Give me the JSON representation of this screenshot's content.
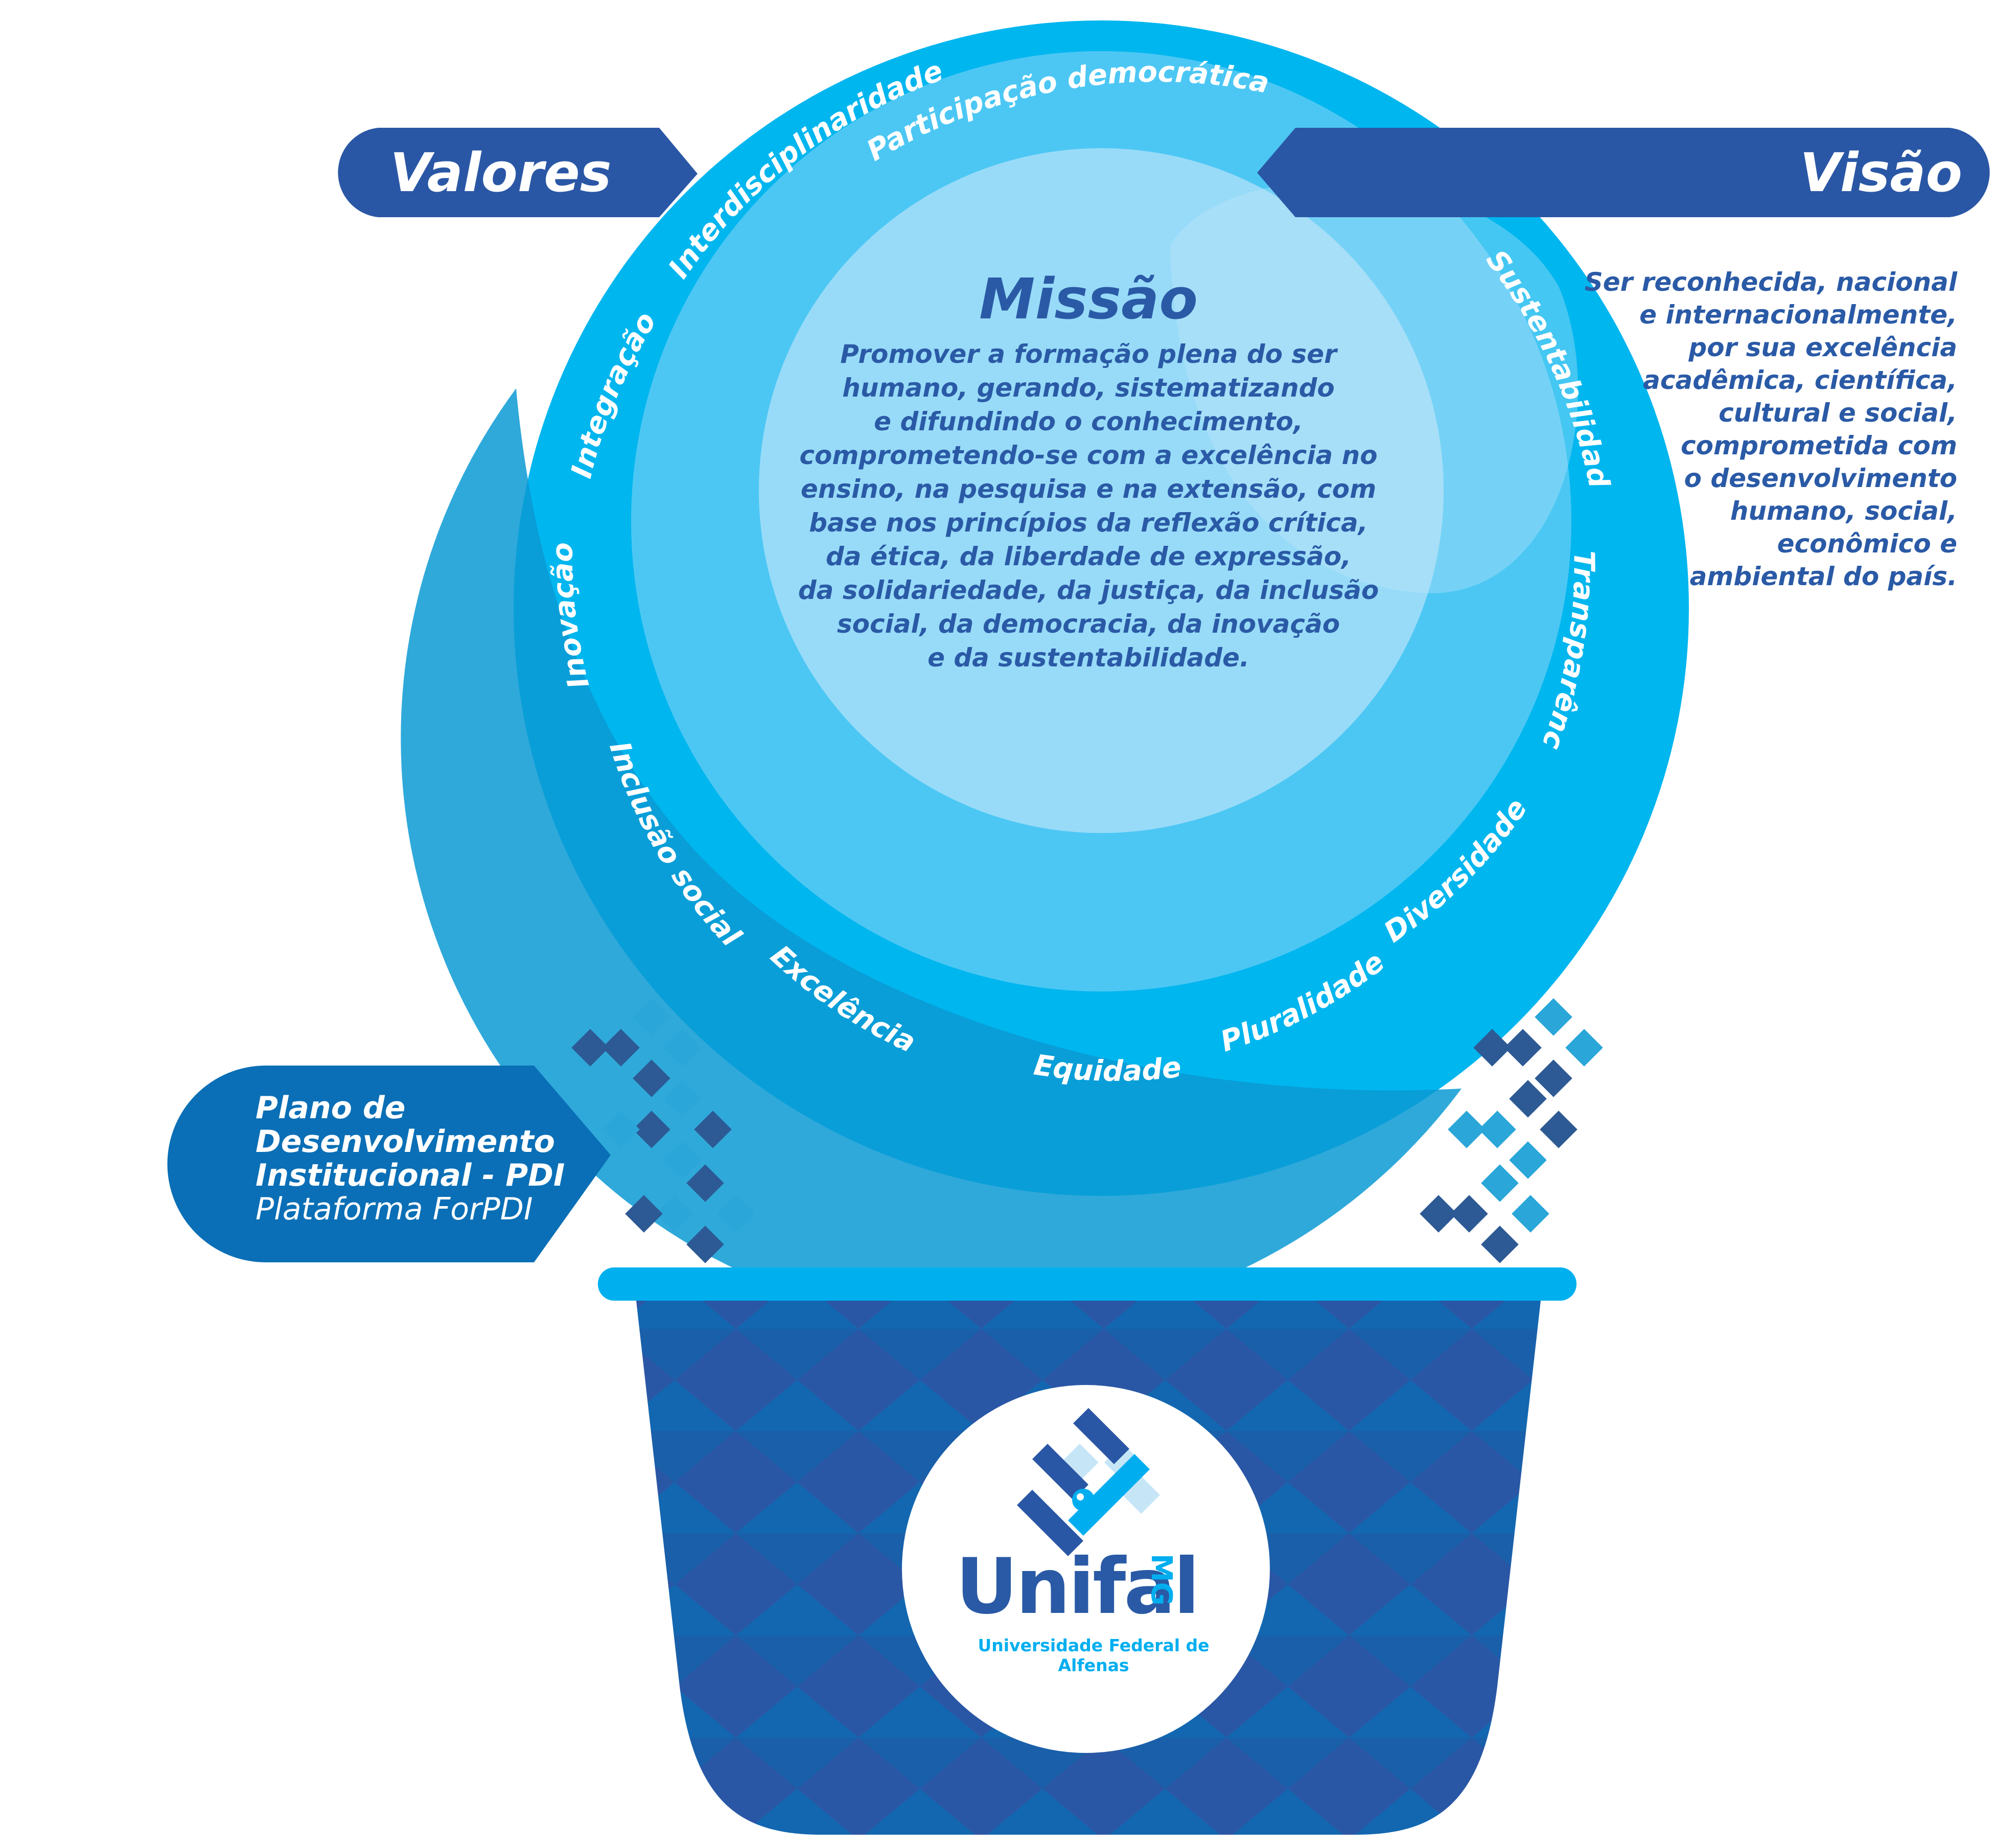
{
  "colors": {
    "outer_circle": "#00b6ef",
    "middle_circle": "#4cc7f4",
    "inner_circle": "#a6def8",
    "overlay_band": "#0a9ad4",
    "label_banner": "#2a57a5",
    "pdi_banner": "#0a6fb6",
    "basket_dark": "#2a57a5",
    "basket_light": "#1367b0",
    "basket_rim": "#00b0ee",
    "text_dark": "#2a5aa6",
    "diamond_dark": "#2d5a94",
    "diamond_light": "#2aa6d8"
  },
  "valores": {
    "label": "Valores",
    "items": [
      "Participação democrática",
      "Interdisciplinaridade",
      "Integração",
      "Inovação",
      "Inclusão social",
      "Excelência",
      "Equidade",
      "Pluralidade",
      "Diversidade",
      "Transparência",
      "Sustentabilidade"
    ]
  },
  "missao": {
    "title": "Missão",
    "text": "Promover a formação plena do ser\nhumano, gerando, sistematizando\ne difundindo o conhecimento,\ncomprometendo-se com a excelência no\nensino, na pesquisa e na extensão, com\nbase nos princípios da reflexão crítica,\nda ética, da liberdade de expressão,\nda solidariedade, da justiça, da inclusão\nsocial, da democracia, da inovação\ne da sustentabilidade."
  },
  "visao": {
    "label": "Visão",
    "text": "Ser reconhecida, nacional\ne internacionalmente,\npor sua excelência\nacadêmica, científica,\ncultural e social,\ncomprometida com\no desenvolvimento\nhumano, social,\neconômico e\nambiental do país."
  },
  "pdi": {
    "title": "Plano de Desenvolvimento Institucional - PDI",
    "title_lines": [
      "Plano de",
      "Desenvolvimento",
      "Institucional - PDI"
    ],
    "subtitle": "Plataforma ForPDI"
  },
  "logo": {
    "name": "Unifal",
    "suffix": "MG",
    "subtitle": "Universidade Federal de Alfenas"
  }
}
